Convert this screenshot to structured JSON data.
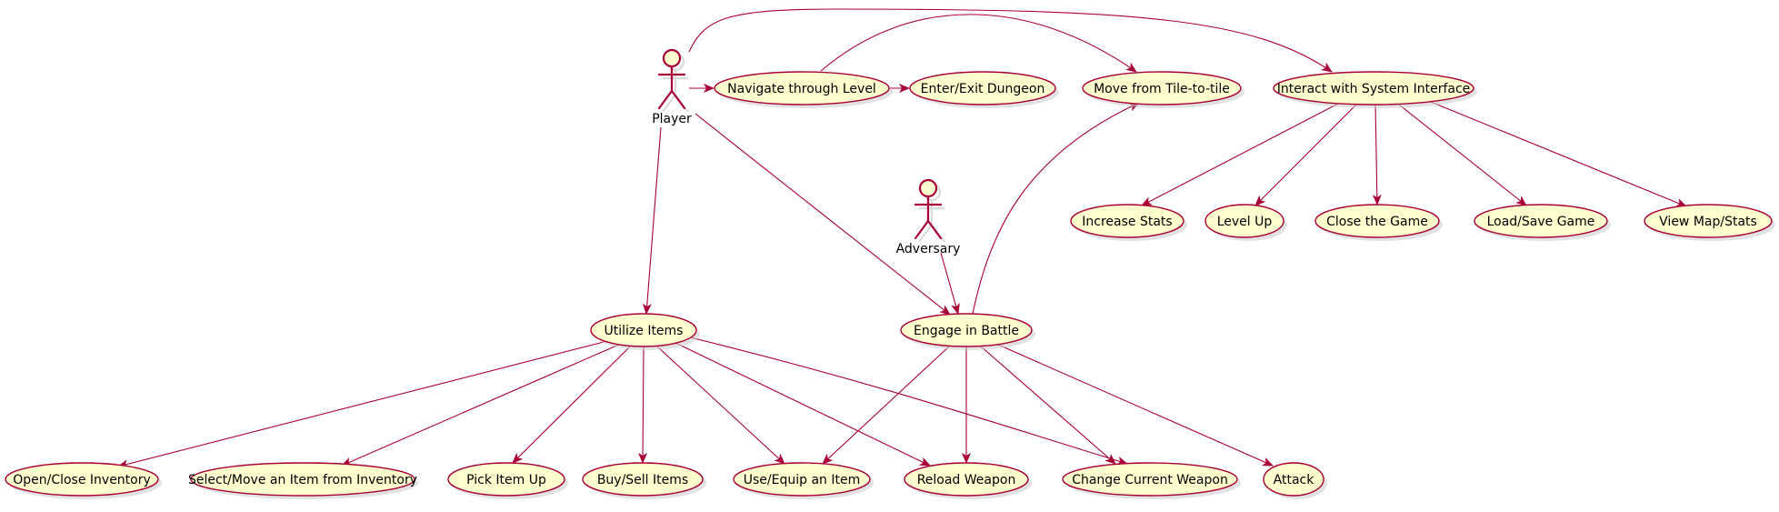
{
  "diagram": {
    "type": "use-case",
    "actors": [
      {
        "id": "player",
        "label": "Player"
      },
      {
        "id": "adversary",
        "label": "Adversary"
      }
    ],
    "use_cases": [
      {
        "id": "navigate",
        "label": "Navigate through Level"
      },
      {
        "id": "dungeon",
        "label": "Enter/Exit Dungeon"
      },
      {
        "id": "move",
        "label": "Move from Tile-to-tile"
      },
      {
        "id": "interact",
        "label": "Interact with System Interface"
      },
      {
        "id": "stats",
        "label": "Increase Stats"
      },
      {
        "id": "levelup",
        "label": "Level Up"
      },
      {
        "id": "close",
        "label": "Close the Game"
      },
      {
        "id": "loadsave",
        "label": "Load/Save Game"
      },
      {
        "id": "viewmap",
        "label": "View Map/Stats"
      },
      {
        "id": "utilize",
        "label": "Utilize Items"
      },
      {
        "id": "battle",
        "label": "Engage in Battle"
      },
      {
        "id": "inventory",
        "label": "Open/Close Inventory"
      },
      {
        "id": "selectmove",
        "label": "Select/Move an Item from Inventory"
      },
      {
        "id": "pickup",
        "label": "Pick Item Up"
      },
      {
        "id": "buysell",
        "label": "Buy/Sell Items"
      },
      {
        "id": "equip",
        "label": "Use/Equip an Item"
      },
      {
        "id": "reload",
        "label": "Reload Weapon"
      },
      {
        "id": "change",
        "label": "Change Current Weapon"
      },
      {
        "id": "attack",
        "label": "Attack"
      }
    ],
    "relations": [
      {
        "from": "player",
        "to": "navigate"
      },
      {
        "from": "navigate",
        "to": "dungeon"
      },
      {
        "from": "navigate",
        "to": "move"
      },
      {
        "from": "player",
        "to": "interact"
      },
      {
        "from": "player",
        "to": "utilize"
      },
      {
        "from": "player",
        "to": "battle"
      },
      {
        "from": "adversary",
        "to": "battle"
      },
      {
        "from": "battle",
        "to": "move"
      },
      {
        "from": "interact",
        "to": "stats"
      },
      {
        "from": "interact",
        "to": "levelup"
      },
      {
        "from": "interact",
        "to": "close"
      },
      {
        "from": "interact",
        "to": "loadsave"
      },
      {
        "from": "interact",
        "to": "viewmap"
      },
      {
        "from": "utilize",
        "to": "inventory"
      },
      {
        "from": "utilize",
        "to": "selectmove"
      },
      {
        "from": "utilize",
        "to": "pickup"
      },
      {
        "from": "utilize",
        "to": "buysell"
      },
      {
        "from": "utilize",
        "to": "equip"
      },
      {
        "from": "utilize",
        "to": "reload"
      },
      {
        "from": "utilize",
        "to": "change"
      },
      {
        "from": "battle",
        "to": "equip"
      },
      {
        "from": "battle",
        "to": "reload"
      },
      {
        "from": "battle",
        "to": "change"
      },
      {
        "from": "battle",
        "to": "attack"
      }
    ],
    "colors": {
      "stroke": "#A80036",
      "fill": "#FEFECE",
      "shadow": "#cfcfcf",
      "text": "#000000"
    }
  }
}
